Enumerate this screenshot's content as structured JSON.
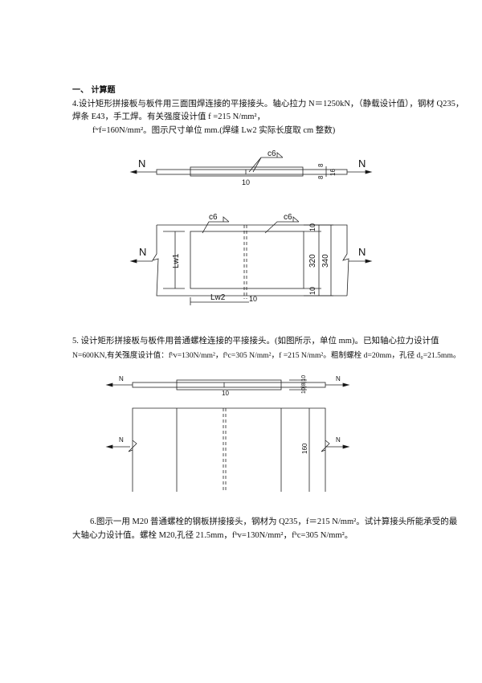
{
  "section_heading": "一、 计算题",
  "problem4": {
    "line1": "4.设计矩形拼接板与板件用三面围焊连接的平接接头。轴心拉力 N＝1250kN，（静载设计值），钢材 Q235，",
    "line2": "焊条 E43，手工焊。有关强度设计值 f  =215  N/mm²，",
    "line3": "fʷf=160N/mm²。图示尺寸单位 mm.(焊缝 Lw2 实际长度取 cm 整数)",
    "drawing_side": {
      "force_left": "N",
      "force_right": "N",
      "weld_label": "c6",
      "gap": "10",
      "dim_top": "8",
      "dim_mid": "16",
      "dim_bottom": "8"
    },
    "drawing_plan": {
      "force_left": "N",
      "force_right": "N",
      "weld_label_left": "c6",
      "weld_label_right": "c6",
      "lw1": "Lw1",
      "lw2": "Lw2",
      "gap": "10",
      "edge_top": "10",
      "edge_bottom": "10",
      "inner_width": "320",
      "outer_width": "340"
    }
  },
  "problem5": {
    "line1": "5. 设计矩形拼接板与板件用普通螺栓连接的平接接头。(如图所示，单位  mm)。已知轴心拉力设计值",
    "line2": "N=600KN,有关强度设计值：fᵇv=130N/mm²，fᵇc=305  N/mm²，f =215  N/mm²。粗制螺栓 d=20mm，孔径 d₀=21.5mm。",
    "drawing_side": {
      "force_left": "N",
      "force_right": "N",
      "gap": "10",
      "thicknesses": "10|8|10"
    },
    "drawing_plan": {
      "force_left": "N",
      "force_right": "N",
      "width": "160"
    }
  },
  "problem6": {
    "line1": "6.图示一用  M20  普通螺栓的钢板拼接接头，钢材为  Q235，f＝215  N/mm²。试计算接头所能承受的最",
    "line2": "大轴心力设计值。螺栓 M20,孔径 21.5mm，fᵇv=130N/mm²，fᵇc=305  N/mm²。"
  }
}
